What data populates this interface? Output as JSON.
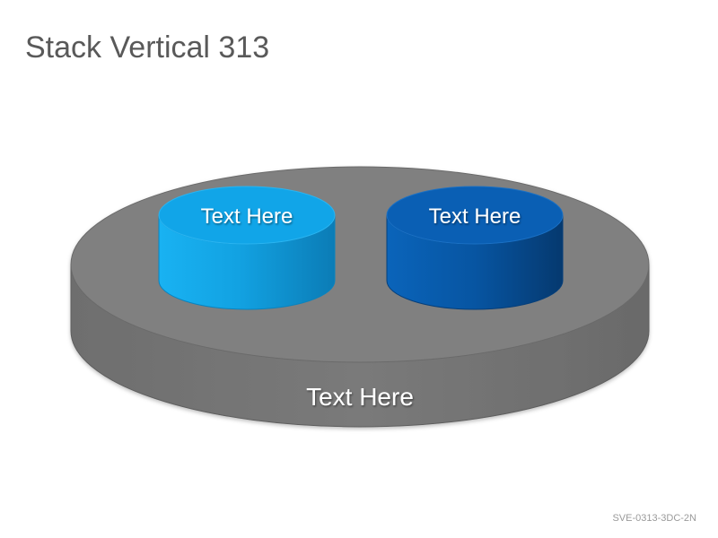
{
  "title": "Stack Vertical 313",
  "code": "SVE-0313-3DC-2N",
  "base": {
    "label": "Text Here",
    "color": "#808080"
  },
  "cylinders": [
    {
      "label": "Text Here",
      "color": "#11A5E8"
    },
    {
      "label": "Text Here",
      "color": "#0A5FB4"
    }
  ]
}
